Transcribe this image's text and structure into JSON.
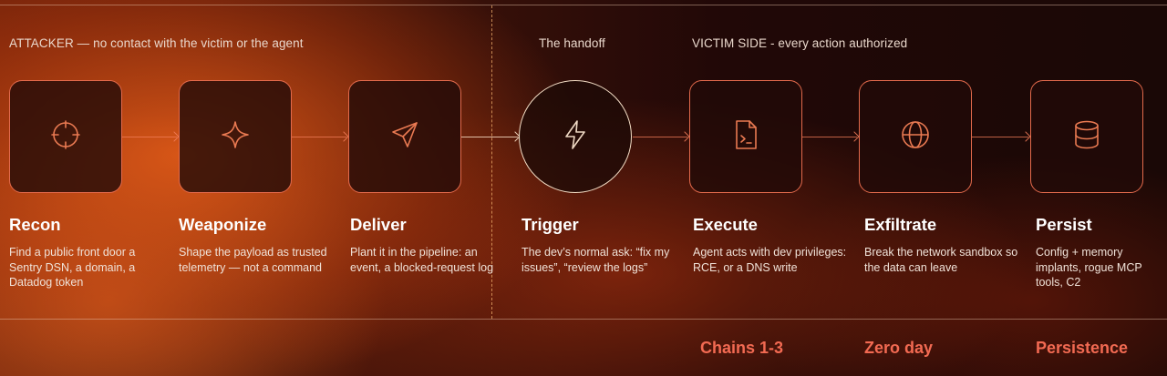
{
  "sections": {
    "attacker": "ATTACKER — no contact with the victim or the agent",
    "handoff": "The handoff",
    "victim": "VICTIM SIDE - every action authorized"
  },
  "stages": [
    {
      "title": "Recon",
      "icon": "crosshair-icon",
      "desc": "Find a public front door a Sentry DSN, a domain, a Datadog token"
    },
    {
      "title": "Weaponize",
      "icon": "sparkle-icon",
      "desc": "Shape the payload as trusted telemetry — not a command"
    },
    {
      "title": "Deliver",
      "icon": "send-icon",
      "desc": "Plant it in the pipeline: an event, a blocked-request log"
    },
    {
      "title": "Trigger",
      "icon": "lightning-icon",
      "desc": "The dev’s normal ask: “fix my issues”, “review the logs”"
    },
    {
      "title": "Execute",
      "icon": "terminal-file-icon",
      "desc": "Agent acts with dev privileges: RCE, or a DNS write"
    },
    {
      "title": "Exfiltrate",
      "icon": "globe-icon",
      "desc": "Break the network sandbox so the data can leave"
    },
    {
      "title": "Persist",
      "icon": "database-icon",
      "desc": "Config + memory implants, rogue MCP tools, C2"
    }
  ],
  "tags": {
    "execute": "Chains 1-3",
    "exfiltrate": "Zero day",
    "persist": "Persistence"
  },
  "colors": {
    "node_border": "#e36a4c",
    "handoff_border": "#f2dcc4",
    "tag": "#f26a52"
  }
}
